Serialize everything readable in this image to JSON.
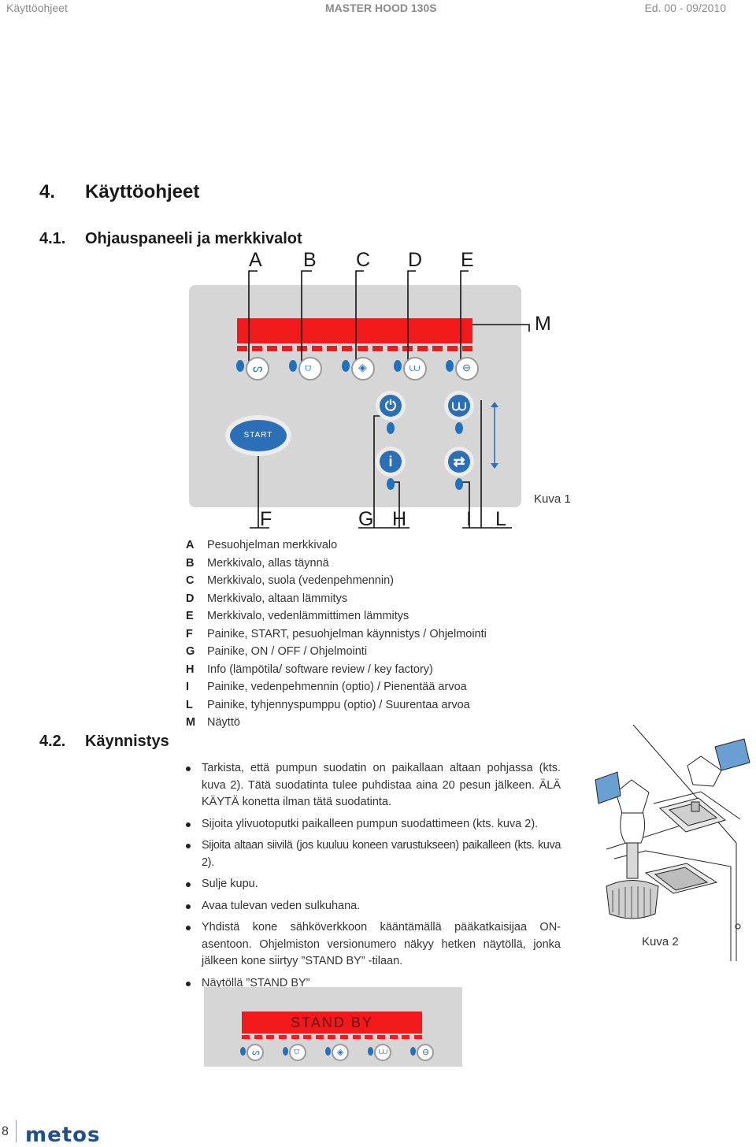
{
  "header": {
    "left": "Käyttöohjeet",
    "center": "MASTER HOOD 130S",
    "right": "Ed. 00 - 09/2010"
  },
  "section": {
    "number": "4.",
    "title": "Käyttöohjeet"
  },
  "subsection1": {
    "number": "4.1.",
    "title": "Ohjauspaneeli ja merkkivalot"
  },
  "subsection2": {
    "number": "4.2.",
    "title": "Käynnistys"
  },
  "figure1": {
    "top_letters": [
      "A",
      "B",
      "C",
      "D",
      "E"
    ],
    "display_letter": "M",
    "bottom_letters": [
      "F",
      "G",
      "H",
      "I",
      "L"
    ],
    "start_label": "START",
    "caption": "Kuva 1"
  },
  "legend": [
    {
      "key": "A",
      "text": "Pesuohjelman merkkivalo"
    },
    {
      "key": "B",
      "text": "Merkkivalo, allas täynnä"
    },
    {
      "key": "C",
      "text": "Merkkivalo, suola (vedenpehmennin)"
    },
    {
      "key": "D",
      "text": "Merkkivalo, altaan lämmitys"
    },
    {
      "key": "E",
      "text": "Merkkivalo, vedenlämmittimen lämmitys"
    },
    {
      "key": "F",
      "text": "Painike, START, pesuohjelman käynnistys / Ohjelmointi"
    },
    {
      "key": "G",
      "text": "Painike, ON / OFF / Ohjelmointi"
    },
    {
      "key": "H",
      "text": "Info (lämpötila/ software review / key factory)"
    },
    {
      "key": "I",
      "text": "Painike, vedenpehmennin (optio) / Pienentää arvoa"
    },
    {
      "key": "L",
      "text": "Painike, tyhjennyspumppu (optio) / Suurentaa arvoa"
    },
    {
      "key": "M",
      "text": "Näyttö"
    }
  ],
  "bullets": [
    "Tarkista, että pumpun suodatin on paikallaan altaan pohjassa (kts. kuva 2). Tätä suodatinta tulee puhdistaa aina 20 pesun jälkeen. ÄLÄ KÄYTÄ konetta ilman tätä suodatinta.",
    "Sijoita ylivuotoputki paikalleen pumpun suodattimeen (kts. kuva 2).",
    "Sijoita altaan siivilä (jos kuuluu koneen varustukseen) paikalleen (kts. kuva 2).",
    "Sulje kupu.",
    "Avaa tulevan veden sulkuhana.",
    "Yhdistä kone sähköverkkoon kääntämällä pääkatkaisijaa ON-asentoon. Ohjelmiston versionumero näkyy hetken näytöllä, jonka jälkeen kone siirtyy ”STAND BY” -tilaan.",
    "Näytöllä ”STAND BY”"
  ],
  "figure2": {
    "caption": "Kuva 2"
  },
  "standby_panel": {
    "display_text": "STAND BY"
  },
  "footer": {
    "page_number": "8",
    "logo": "metos"
  },
  "colors": {
    "display_red": "#f2191b",
    "button_blue": "#2a6fb7",
    "panel_grey": "#d6d6d6",
    "logo_blue": "#1d4f91"
  }
}
